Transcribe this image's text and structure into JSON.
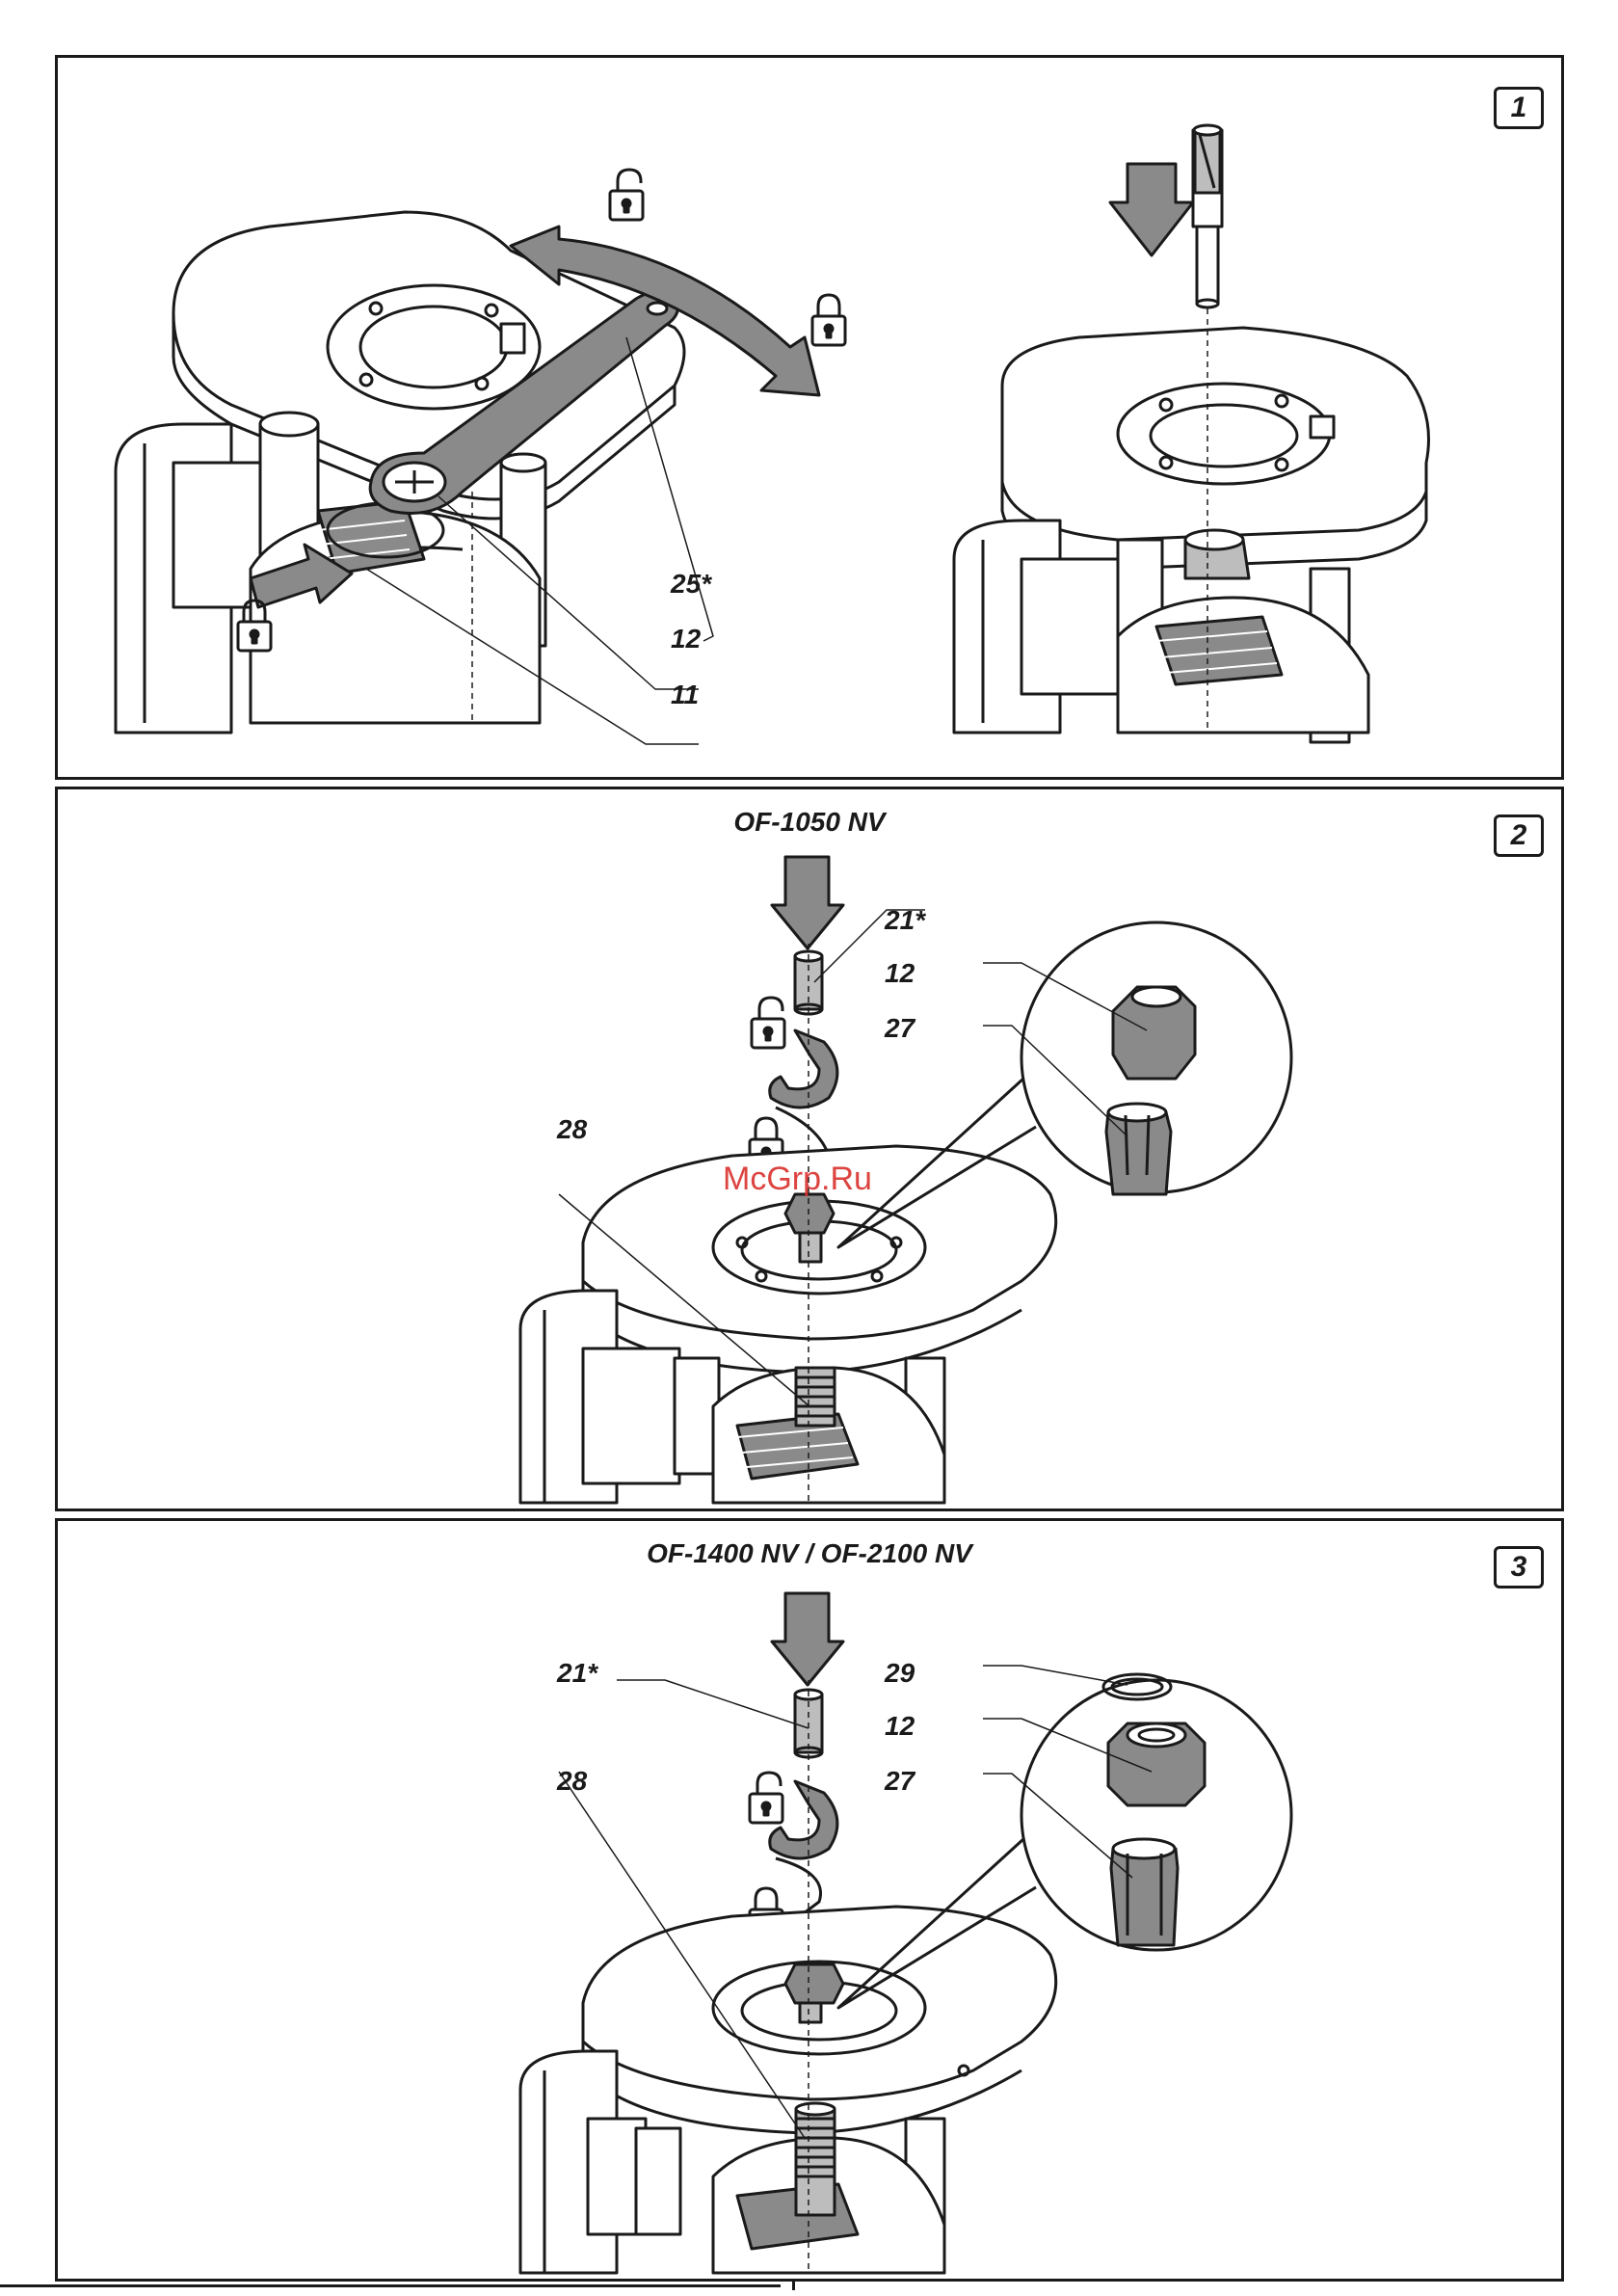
{
  "panels": [
    {
      "number": "1",
      "title": "",
      "callouts": {
        "c25": "25*",
        "c12": "12",
        "c11": "11"
      }
    },
    {
      "number": "2",
      "title": "OF-1050 NV",
      "callouts": {
        "c21": "21*",
        "c12": "12",
        "c27": "27",
        "c28": "28"
      }
    },
    {
      "number": "3",
      "title": "OF-1400 NV / OF-2100 NV",
      "callouts": {
        "c21": "21*",
        "c29": "29",
        "c12": "12",
        "c27": "27",
        "c28": "28"
      }
    }
  ],
  "watermark": "McGrp.Ru",
  "icons": [
    "lock-icon",
    "unlock-icon",
    "push-arrow-icon",
    "rotate-arrow-icon",
    "down-arrow-icon"
  ],
  "colors": {
    "line": "#1a1a1a",
    "shade": "#8a8a8a",
    "light_shade": "#bdbdbd",
    "watermark": "#d9302c"
  }
}
